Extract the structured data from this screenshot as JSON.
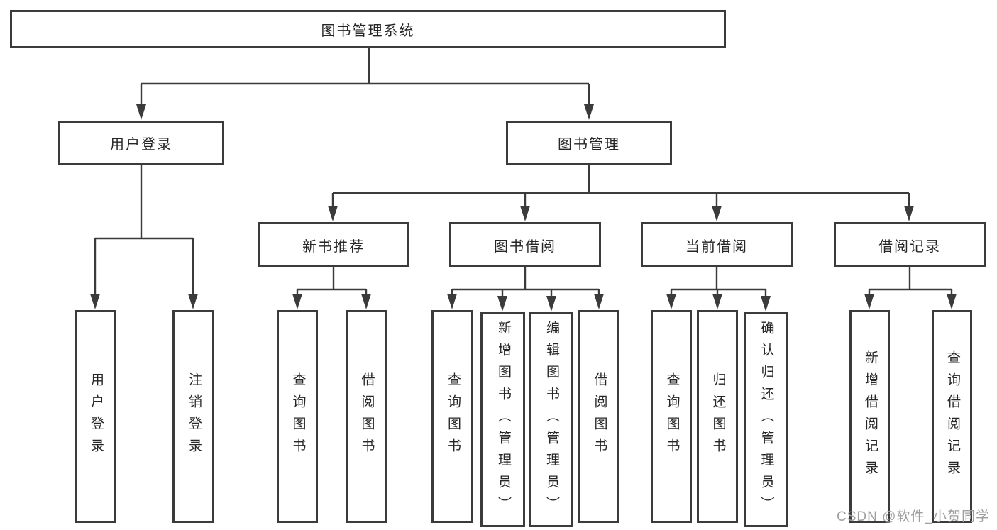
{
  "diagram": {
    "root": {
      "label": "图书管理系统"
    },
    "user_branch": {
      "label": "用户登录",
      "leaves": [
        "用户登录",
        "注销登录"
      ]
    },
    "book_branch": {
      "label": "图书管理",
      "sections": [
        {
          "label": "新书推荐",
          "leaves": [
            "查询图书",
            "借阅图书"
          ]
        },
        {
          "label": "图书借阅",
          "leaves": [
            "查询图书",
            "新增图书（管理员）",
            "编辑图书（管理员）",
            "借阅图书"
          ]
        },
        {
          "label": "当前借阅",
          "leaves": [
            "查询图书",
            "归还图书",
            "确认归还（管理员）"
          ]
        },
        {
          "label": "借阅记录",
          "leaves": [
            "新增借阅记录",
            "查询借阅记录"
          ]
        }
      ]
    }
  },
  "watermark": {
    "text": "CSDN @软件_小贺同学"
  },
  "colors": {
    "line": "#3b3b3b",
    "box_border": "#3b3b3b",
    "text": "#262626",
    "watermark": "#9e9e9e",
    "background": "#ffffff"
  }
}
